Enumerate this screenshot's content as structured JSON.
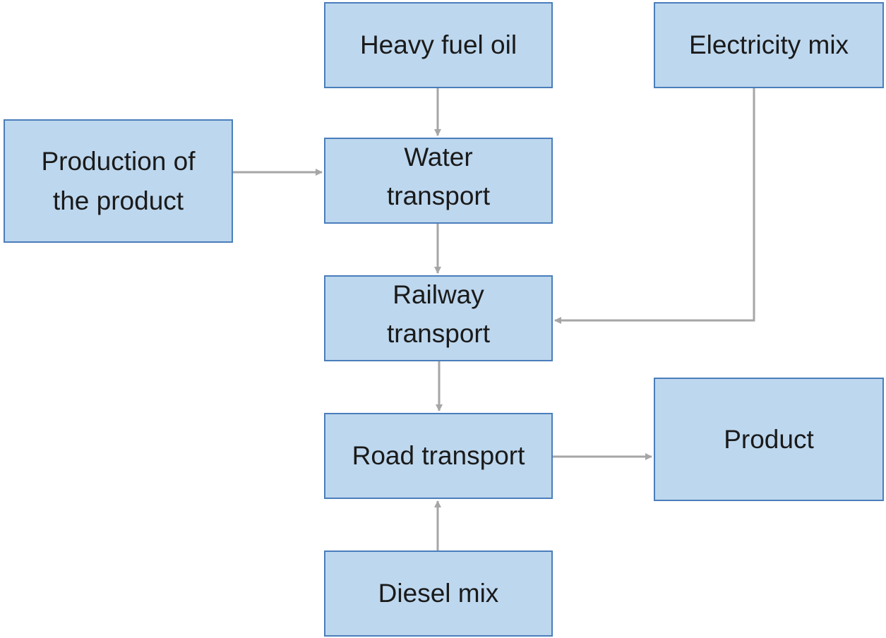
{
  "diagram": {
    "nodes": {
      "heavy_fuel_oil": "Heavy fuel oil",
      "electricity_mix": "Electricity mix",
      "production": "Production of\nthe product",
      "water_transport": "Water\ntransport",
      "railway_transport": "Railway\ntransport",
      "road_transport": "Road transport",
      "product": "Product",
      "diesel_mix": "Diesel mix"
    },
    "edges": [
      {
        "from": "Heavy fuel oil",
        "to": "Water transport"
      },
      {
        "from": "Production of the product",
        "to": "Water transport"
      },
      {
        "from": "Water transport",
        "to": "Railway transport"
      },
      {
        "from": "Electricity mix",
        "to": "Railway transport"
      },
      {
        "from": "Railway transport",
        "to": "Road transport"
      },
      {
        "from": "Diesel mix",
        "to": "Road transport"
      },
      {
        "from": "Road transport",
        "to": "Product"
      }
    ],
    "colors": {
      "box_fill": "#bdd7ee",
      "box_border": "#4a7ebb",
      "arrow": "#a6a6a6"
    }
  }
}
